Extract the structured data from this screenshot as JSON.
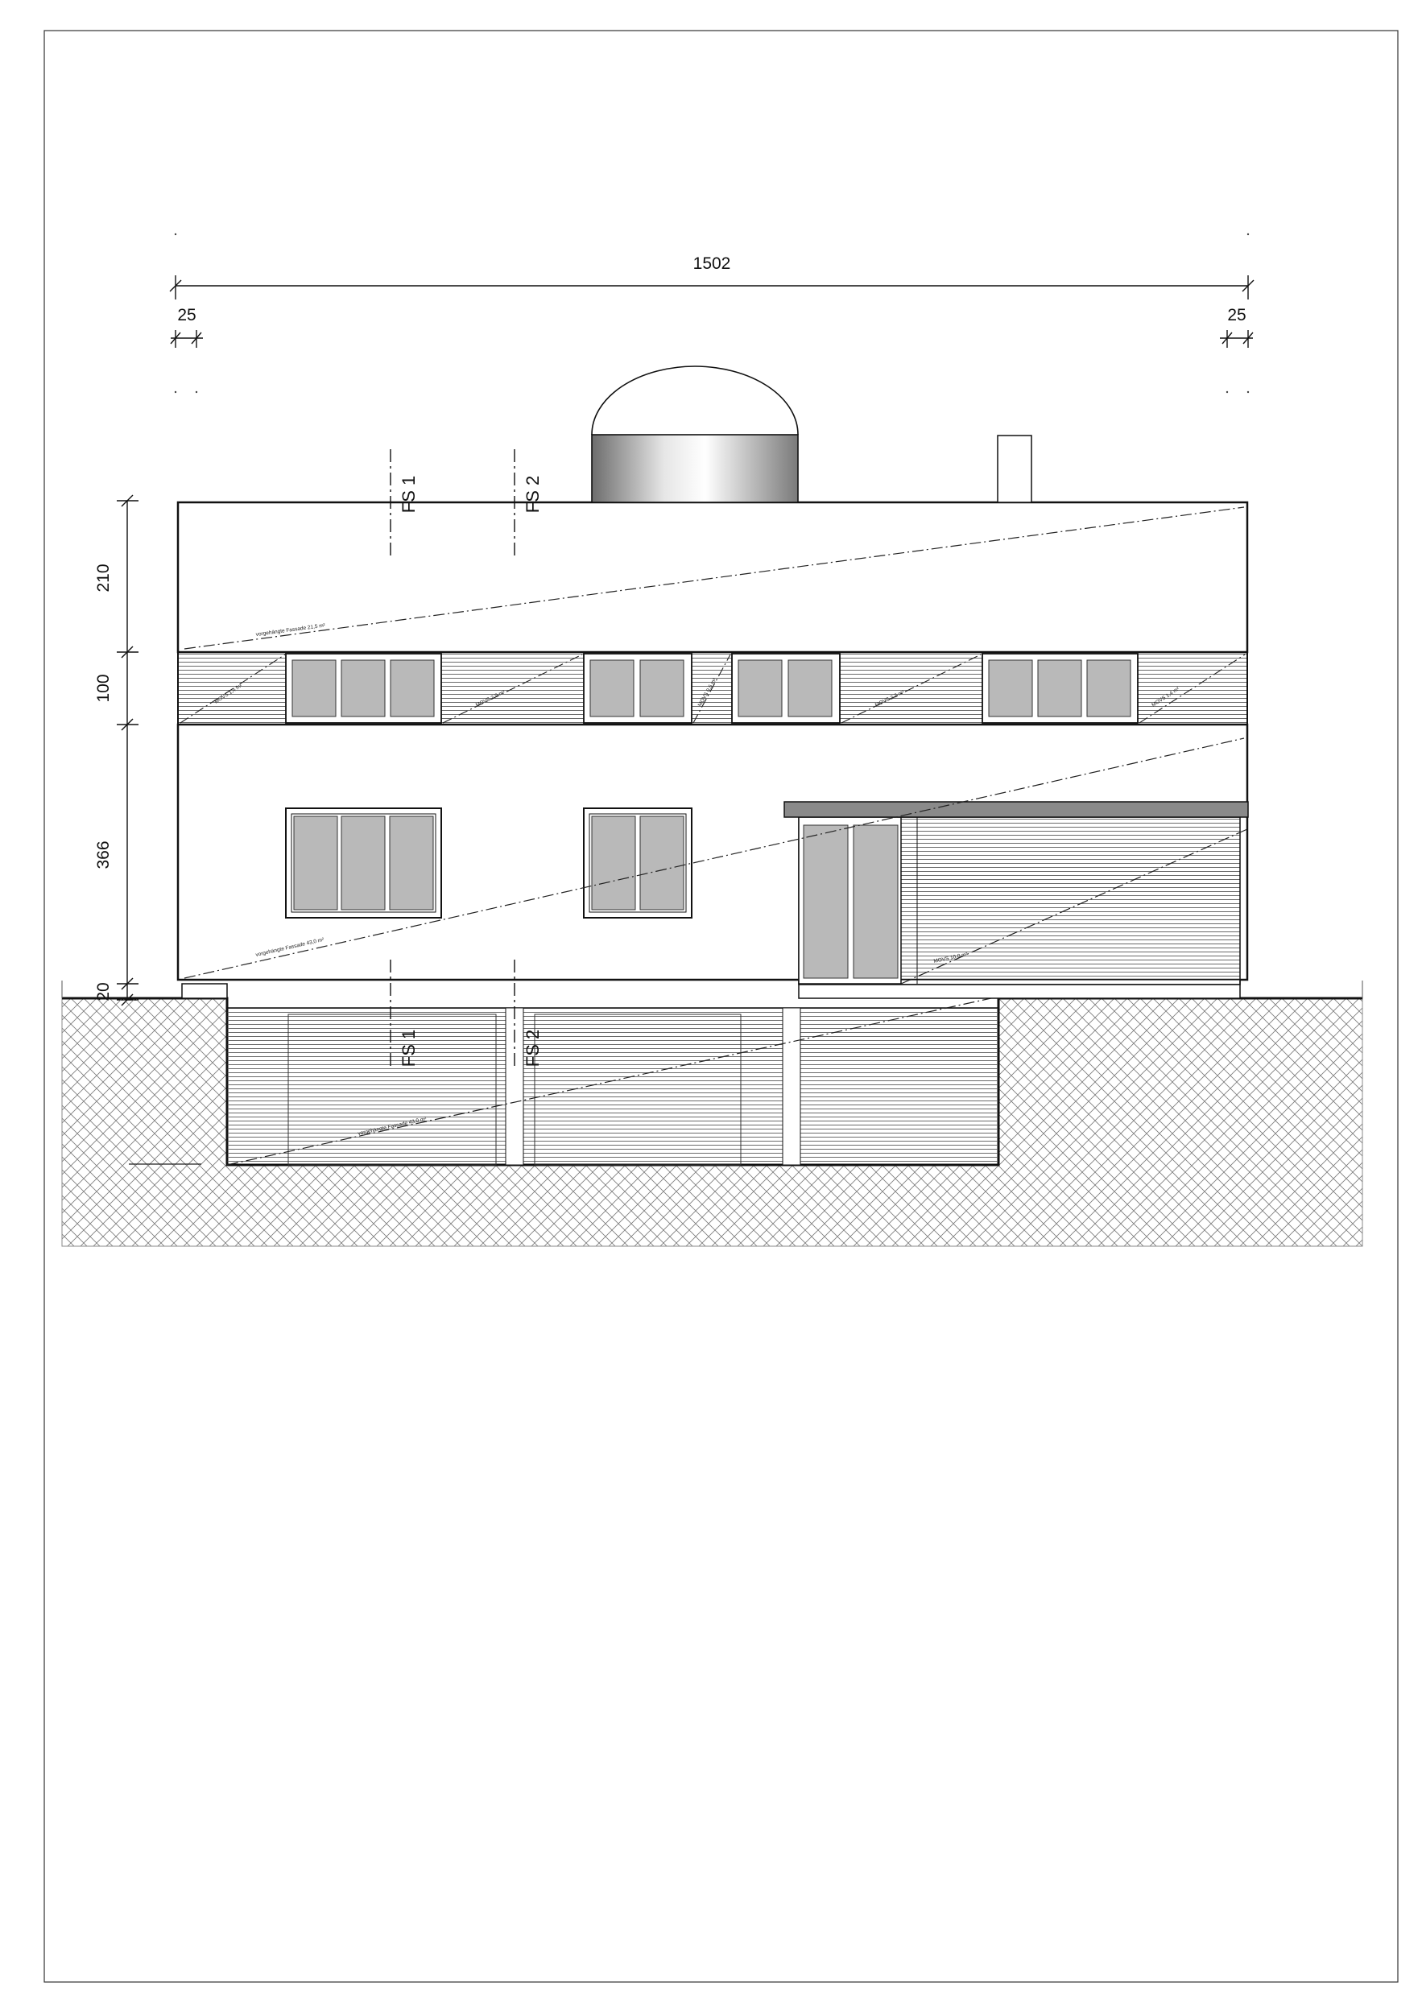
{
  "drawing": {
    "title": "",
    "colors": {
      "line": "#111111",
      "window_glass": "#b9b9b9",
      "canopy": "#8a8a8a",
      "hatch": "#666666"
    }
  },
  "dimensions": {
    "overall_width": "1502",
    "left_offset": "25",
    "right_offset": "25",
    "heights": [
      "210",
      "100",
      "366",
      "20"
    ]
  },
  "section_markers": {
    "upper": [
      "FS 1",
      "FS 2"
    ],
    "lower": [
      "FS 1",
      "FS 2"
    ]
  },
  "area_labels": {
    "attic": "vorgehängte Fassade 21,5 m²",
    "ribbon_1": "MOVS 1,4 m²",
    "ribbon_2": "MOVS 2,9 m²",
    "ribbon_3": "MOVS 0,5 m²",
    "ribbon_4": "MOVS 2,2 m²",
    "ribbon_5": "MOVS 1,4 m²",
    "ground": "vorgehängte Fassade 43,0 m²",
    "annex": "MOVS 10,0 m²",
    "basement": "vorgehängte Fassade 43,0 m²"
  }
}
